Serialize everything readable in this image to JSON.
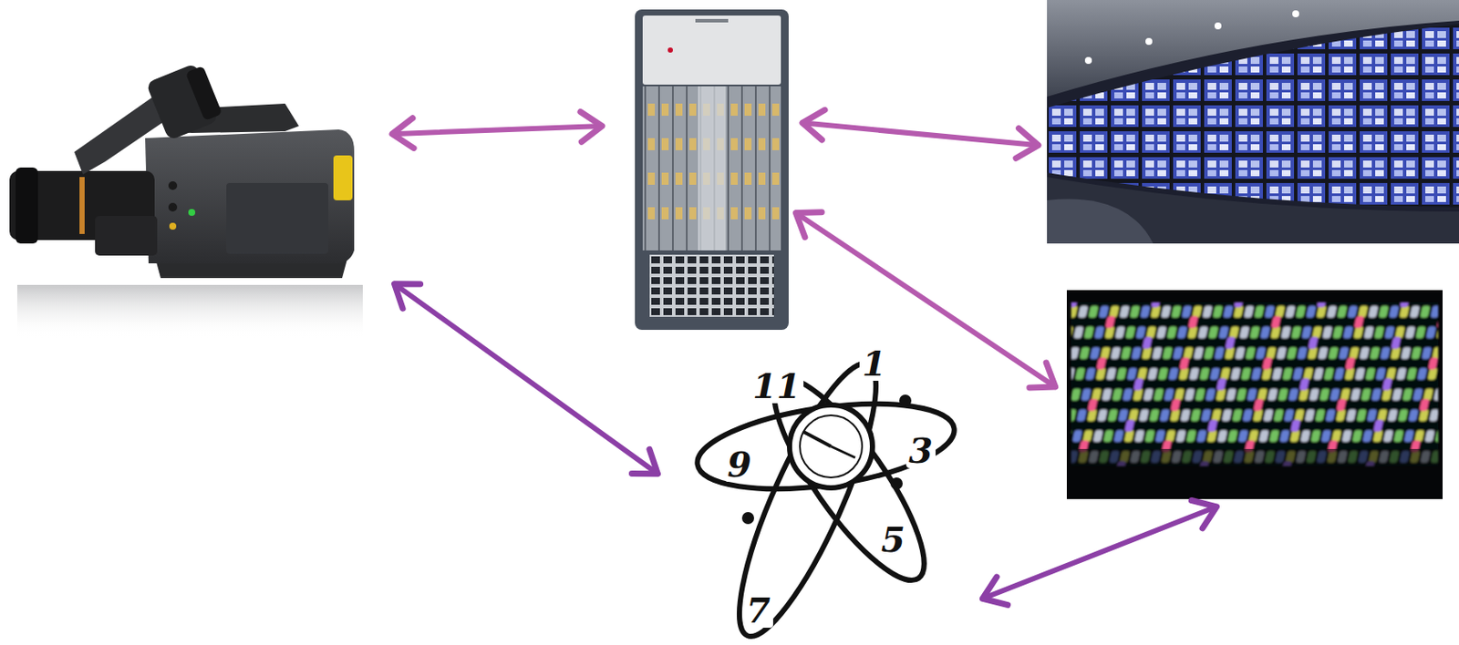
{
  "diagram": {
    "nodes": [
      {
        "text": []
      },
      {
        "text": []
      },
      {
        "text": []
      },
      {
        "text": []
      },
      {
        "text": [
          "11",
          "1",
          "3",
          "5",
          "7",
          "9"
        ]
      }
    ],
    "edges": [
      {
        "from": 0,
        "to": 1,
        "arrow": "both"
      },
      {
        "from": 1,
        "to": 2,
        "arrow": "both"
      },
      {
        "from": 1,
        "to": 3,
        "arrow": "both"
      },
      {
        "from": 0,
        "to": 4,
        "arrow": "both"
      },
      {
        "from": 4,
        "to": 3,
        "arrow": "both"
      }
    ]
  }
}
